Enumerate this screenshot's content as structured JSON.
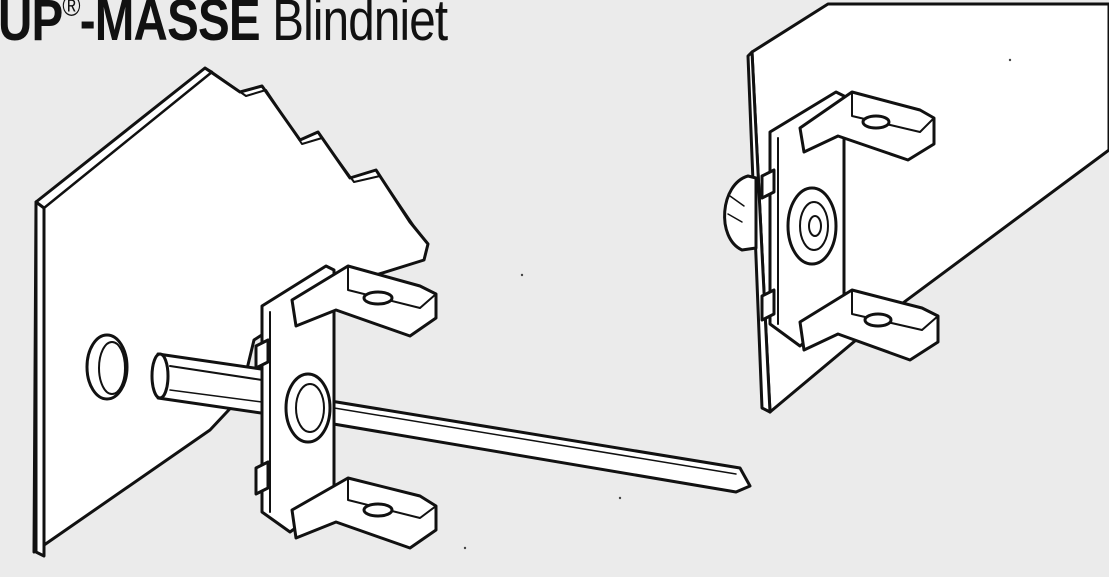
{
  "title": {
    "brand": "UP",
    "registered": "®",
    "product": "-MASSE",
    "subtitle": "Blindniet"
  },
  "colors": {
    "background": "#ebebeb",
    "panel": "#ffffff",
    "ink": "#111111"
  }
}
